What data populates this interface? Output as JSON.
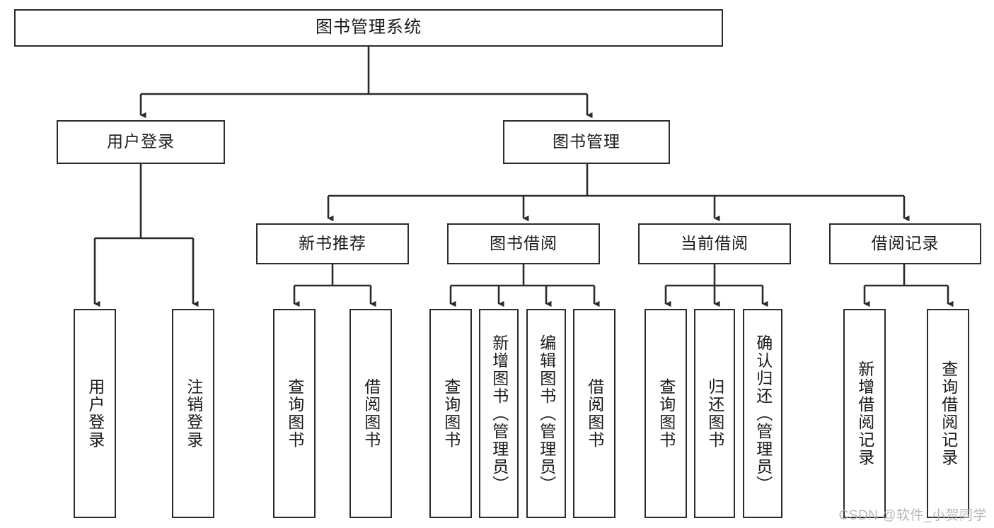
{
  "diagram": {
    "type": "tree-hierarchy",
    "title": "图书管理系统",
    "root": {
      "id": "root",
      "label": "图书管理系统"
    },
    "level1": [
      {
        "id": "user-login",
        "label": "用户登录"
      },
      {
        "id": "book-manage",
        "label": "图书管理"
      }
    ],
    "level2": [
      {
        "id": "new-book-recommend",
        "label": "新书推荐",
        "parent": "book-manage"
      },
      {
        "id": "book-borrow",
        "label": "图书借阅",
        "parent": "book-manage"
      },
      {
        "id": "current-borrow",
        "label": "当前借阅",
        "parent": "book-manage"
      },
      {
        "id": "borrow-record",
        "label": "借阅记录",
        "parent": "book-manage"
      }
    ],
    "leaves": {
      "user-login": [
        {
          "id": "leaf-user-login",
          "label": "用户登录"
        },
        {
          "id": "leaf-logout",
          "label": "注销登录"
        }
      ],
      "new-book-recommend": [
        {
          "id": "leaf-query-book-1",
          "label": "查询图书"
        },
        {
          "id": "leaf-borrow-book-1",
          "label": "借阅图书"
        }
      ],
      "book-borrow": [
        {
          "id": "leaf-query-book-2",
          "label": "查询图书"
        },
        {
          "id": "leaf-add-book",
          "label": "新增图书（管理员）"
        },
        {
          "id": "leaf-edit-book",
          "label": "编辑图书（管理员）"
        },
        {
          "id": "leaf-borrow-book-2",
          "label": "借阅图书"
        }
      ],
      "current-borrow": [
        {
          "id": "leaf-query-book-3",
          "label": "查询图书"
        },
        {
          "id": "leaf-return-book",
          "label": "归还图书"
        },
        {
          "id": "leaf-confirm-return",
          "label": "确认归还（管理员）"
        }
      ],
      "borrow-record": [
        {
          "id": "leaf-add-record",
          "label": "新增借阅记录"
        },
        {
          "id": "leaf-query-record",
          "label": "查询借阅记录"
        }
      ]
    },
    "colors": {
      "box_border": "#2b2b2b",
      "box_fill": "#ffffff",
      "connector": "#2b2b2b",
      "text": "#1b1b1b",
      "watermark": "#b8b8b8",
      "background": "#ffffff"
    }
  },
  "watermark": {
    "text": "CSDN @软件_小贺同学"
  }
}
